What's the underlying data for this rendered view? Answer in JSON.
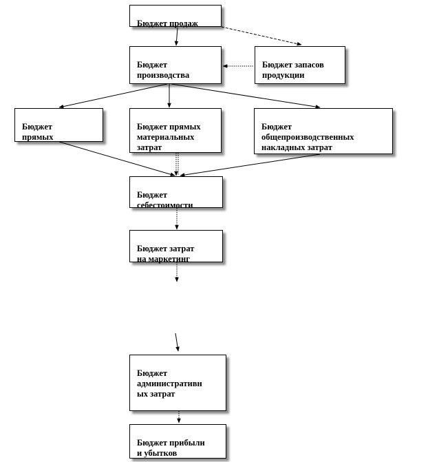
{
  "diagram": {
    "nodes": {
      "sales": "Бюджет продаж",
      "production": "Бюджет\nпроизводства",
      "inventory": "Бюджет запасов\nпродукции",
      "direct_labor": "Бюджет\nпрямых",
      "direct_materials": "Бюджет прямых\nматериальных\nзатрат",
      "overhead": "Бюджет\nобщепроизводственных\nнакладных затрат",
      "cost": "Бюджет\nсебестоимости",
      "marketing": "Бюджет затрат\nна маркетинг",
      "admin": "Бюджет\nадминистративн\nых затрат",
      "profit": "Бюджет прибыли\nи убытков"
    },
    "edges": [
      {
        "from": "sales",
        "to": "production",
        "style": "solid"
      },
      {
        "from": "sales",
        "to": "inventory",
        "style": "dashed"
      },
      {
        "from": "inventory",
        "to": "production",
        "style": "dotted"
      },
      {
        "from": "production",
        "to": "direct_labor",
        "style": "solid"
      },
      {
        "from": "production",
        "to": "direct_materials",
        "style": "solid"
      },
      {
        "from": "production",
        "to": "overhead",
        "style": "solid"
      },
      {
        "from": "direct_labor",
        "to": "cost",
        "style": "solid"
      },
      {
        "from": "direct_materials",
        "to": "cost",
        "style": "dotted"
      },
      {
        "from": "overhead",
        "to": "cost",
        "style": "solid"
      },
      {
        "from": "cost",
        "to": "marketing",
        "style": "dotted"
      },
      {
        "from": "marketing",
        "to": "admin",
        "style": "dotted"
      },
      {
        "from": "admin",
        "to": "profit",
        "style": "dotted"
      }
    ]
  }
}
